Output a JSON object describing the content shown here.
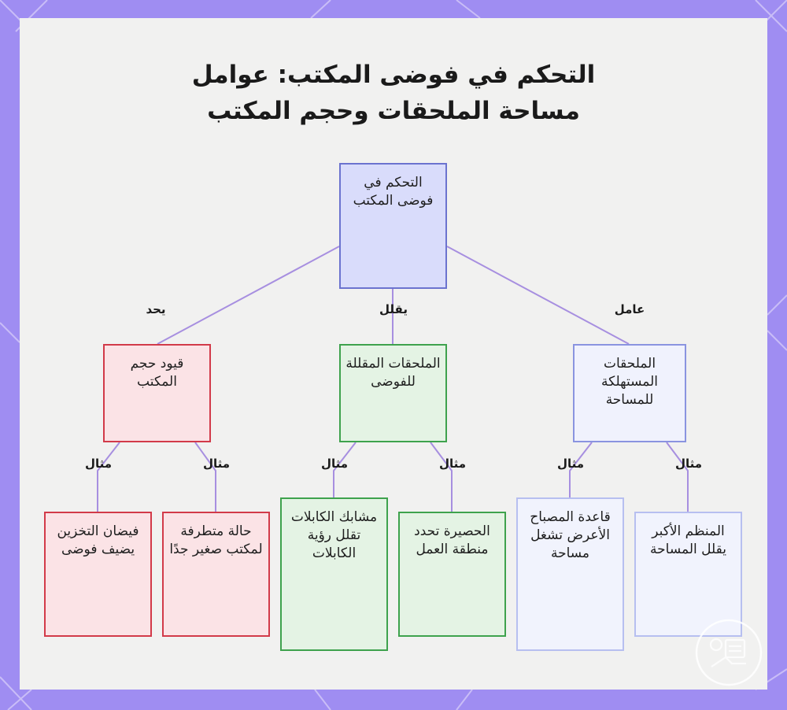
{
  "title_lines": [
    "التحكم في فوضى المكتب: عوامل",
    "مساحة الملحقات وحجم المكتب"
  ],
  "nodes": {
    "root": "التحكم في فوضى المكتب",
    "constraints": "قيود حجم المكتب",
    "clutter_accessories": "الملحقات المقللة للفوضى",
    "space_consuming": "الملحقات المستهلكة للمساحة",
    "storage_overflow": "فيضان التخزين يضيف فوضى",
    "extreme_small_desk": "حالة متطرفة لمكتب صغير جدًا",
    "cable_clips": "مشابك الكابلات تقلل رؤية الكابلات",
    "desk_mat": "الحصيرة تحدد منطقة العمل",
    "lamp_base": "قاعدة المصباح الأعرض تشغل مساحة",
    "large_organizer": "المنظم الأكبر يقلل المساحة"
  },
  "edge_labels": {
    "limits": "يحد",
    "reduces": "يقلل",
    "factor": "عامل",
    "example": "مثال"
  },
  "colors": {
    "background": "#9f8df2",
    "panel": "#f1f1f0",
    "edge": "#a78fe0",
    "root_border": "#6b73cf",
    "red_border": "#d23a49",
    "green_border": "#3ea24d",
    "blue_border": "#8a94e0"
  }
}
